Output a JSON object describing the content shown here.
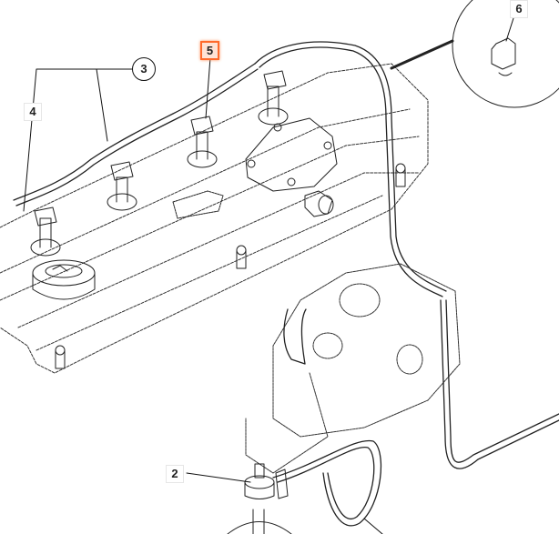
{
  "diagram": {
    "type": "exploded parts diagram",
    "subject": "engine fuel injector leak-off (return) pipe assembly",
    "highlight_color": "#ff6a2b",
    "callouts": [
      {
        "id": "2",
        "label": "2",
        "style": "box",
        "target": "fuel-pipe-connector"
      },
      {
        "id": "3",
        "label": "3",
        "style": "circle",
        "target": "leak-off-pipe"
      },
      {
        "id": "4",
        "label": "4",
        "style": "box",
        "target": "pipe-end-connector"
      },
      {
        "id": "5",
        "label": "5",
        "style": "box-highlighted",
        "target": "injector-clip"
      },
      {
        "id": "6",
        "label": "6",
        "style": "box",
        "target": "pipe-clip-detail"
      }
    ],
    "detail_view": {
      "label": "6",
      "description": "enlarged clip detail"
    }
  }
}
